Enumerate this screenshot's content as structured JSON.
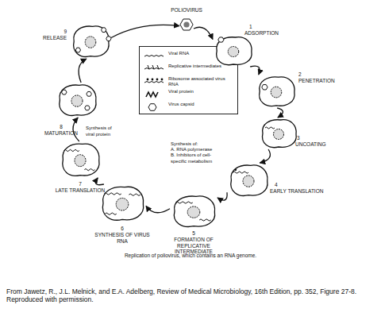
{
  "diagram": {
    "caption": "Replication of poliovirus, which contains an RNA genome.",
    "nodes": [
      {
        "text": [
          "POLIOVIRUS"
        ]
      },
      {
        "text": [
          "1",
          "ADSORPTION"
        ]
      },
      {
        "text": [
          "2",
          "PENETRATION"
        ]
      },
      {
        "text": [
          "3",
          "UNCOATING"
        ]
      },
      {
        "text": [
          "4",
          "EARLY TRANSLATION"
        ]
      },
      {
        "text": [
          "5",
          "FORMATION OF REPLICATIVE INTERMEDIATE"
        ]
      },
      {
        "text": [
          "6",
          "SYNTHESIS OF VIRUS RNA"
        ]
      },
      {
        "text": [
          "7",
          "LATE TRANSLATION"
        ]
      },
      {
        "text": [
          "8",
          "MATURATION"
        ]
      },
      {
        "text": [
          "9",
          "RELEASE"
        ]
      }
    ],
    "edges": [
      {
        "from": 0,
        "to": 1,
        "arrow": "to"
      },
      {
        "from": 1,
        "to": 2,
        "arrow": "to"
      },
      {
        "from": 2,
        "to": 3,
        "arrow": "to"
      },
      {
        "from": 3,
        "to": 4,
        "arrow": "to"
      },
      {
        "from": 4,
        "to": 5,
        "arrow": "to"
      },
      {
        "from": 5,
        "to": 6,
        "arrow": "to"
      },
      {
        "from": 6,
        "to": 7,
        "arrow": "to"
      },
      {
        "from": 7,
        "to": 8,
        "arrow": "to"
      },
      {
        "from": 8,
        "to": 9,
        "arrow": "to"
      },
      {
        "from": 9,
        "to": 0,
        "arrow": "to"
      }
    ],
    "labels": [
      "Synthesis of:",
      "A. RNA polymerase",
      "B. Inhibitors of cell-specific metabolism",
      "Synthesis of viral protein",
      "From Jawetz, R., J.L. Melnick, and E.A. Adelberg, Review of Medical Microbiology, 16th Edition, pp. 352, Figure 27-8. Reproduced with permission."
    ],
    "legend": [
      {
        "text": "Viral RNA"
      },
      {
        "text": "Replicative intermediates"
      },
      {
        "text": "Ribosome associated virus RNA"
      },
      {
        "text": "Viral protein"
      },
      {
        "text": "Virus capsid"
      }
    ]
  }
}
